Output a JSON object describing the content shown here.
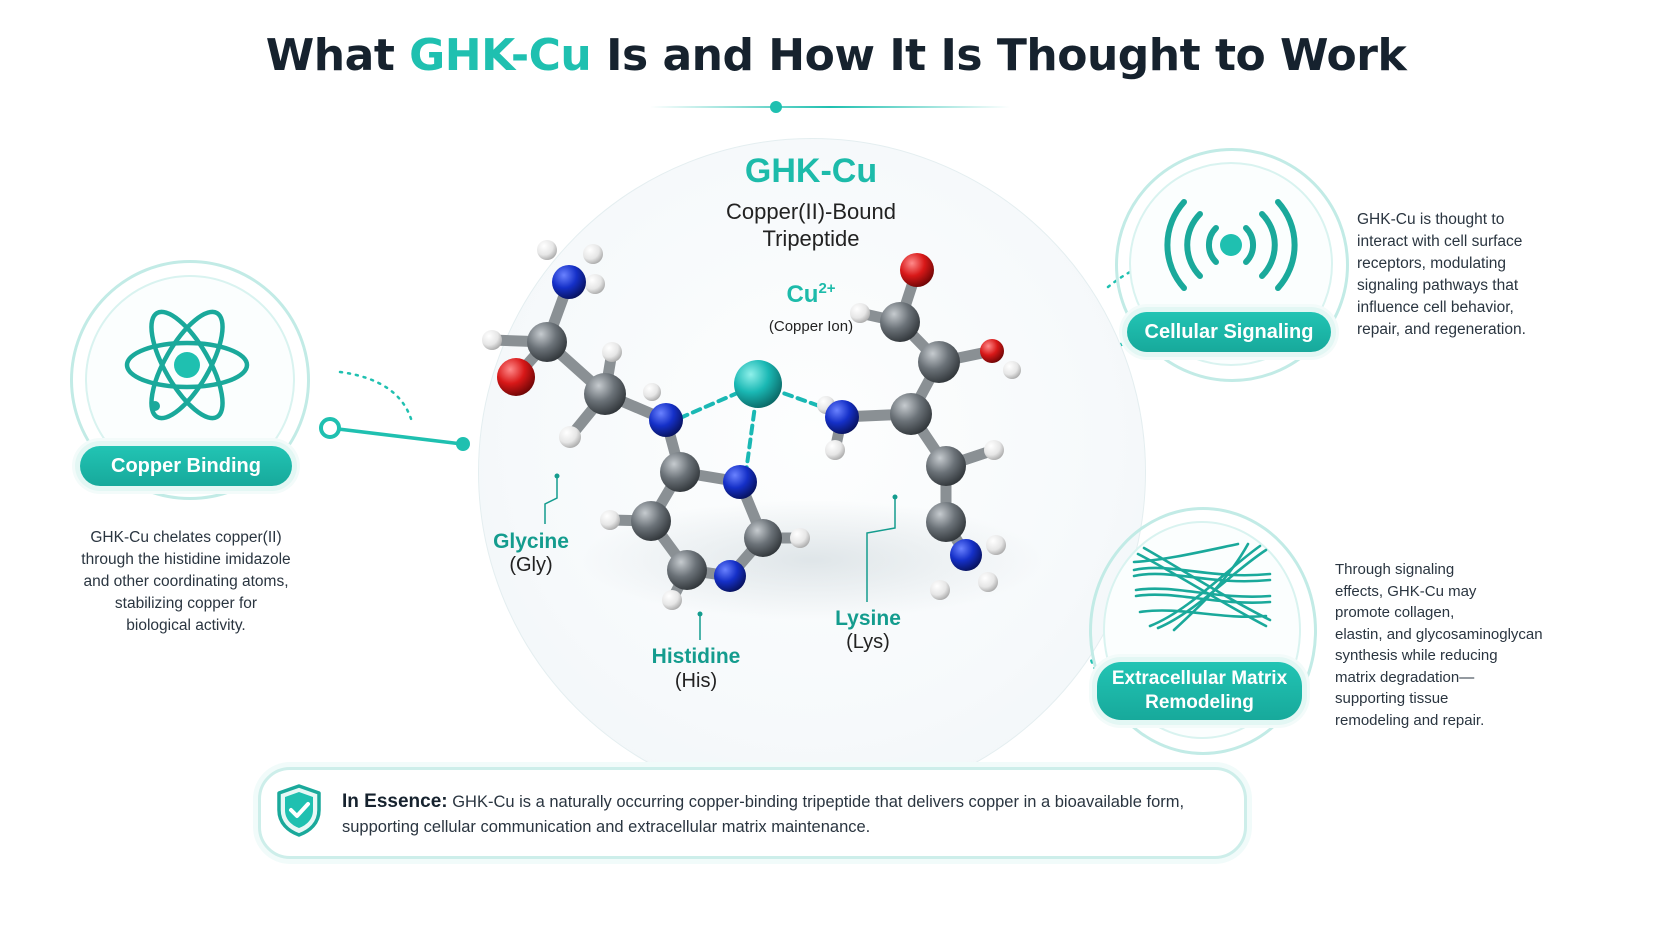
{
  "title": {
    "prefix": "What ",
    "highlight": "GHK-Cu",
    "suffix": " Is and How It Is Thought to Work"
  },
  "molecule": {
    "name": "GHK-Cu",
    "subtitle_line1": "Copper(II)-Bound",
    "subtitle_line2": "Tripeptide",
    "ion_symbol": "Cu",
    "ion_charge": "2+",
    "ion_name": "(Copper Ion)",
    "residues": [
      {
        "name": "Glycine",
        "abbr": "(Gly)"
      },
      {
        "name": "Histidine",
        "abbr": "(His)"
      },
      {
        "name": "Lysine",
        "abbr": "(Lys)"
      }
    ]
  },
  "mechanisms": {
    "copper_binding": {
      "label": "Copper Binding",
      "icon": "atom-icon",
      "description": [
        "GHK-Cu chelates copper(II)",
        "through the histidine imidazole",
        "and other coordinating atoms,",
        "stabilizing copper for",
        "biological activity."
      ]
    },
    "cellular_signaling": {
      "label": "Cellular Signaling",
      "icon": "signal-broadcast-icon",
      "description": [
        "GHK-Cu is thought to",
        "interact with cell surface",
        "receptors, modulating",
        "signaling pathways that",
        "influence cell behavior,",
        "repair, and regeneration."
      ]
    },
    "ecm_remodeling": {
      "label_line1": "Extracellular Matrix",
      "label_line2": "Remodeling",
      "icon": "collagen-fibers-icon",
      "description": [
        "Through signaling",
        "effects, GHK-Cu may",
        "promote collagen,",
        "elastin, and glycosaminoglycan",
        "synthesis while reducing",
        "matrix degradation—",
        "supporting tissue",
        "remodeling and repair."
      ]
    }
  },
  "essence": {
    "icon": "shield-check-icon",
    "label": "In Essence:",
    "line1": " GHK-Cu is a naturally occurring copper-binding tripeptide that delivers copper in a bioavailable form,",
    "line2": "supporting cellular communication and extracellular matrix maintenance."
  },
  "colors": {
    "accent": "#1fc0b0",
    "accent_dark": "#149c8e",
    "carbon": "#6b7278",
    "nitrogen": "#1530c8",
    "oxygen": "#d81818",
    "hydrogen": "#eeeeee",
    "copper": "#1ab8b4"
  }
}
